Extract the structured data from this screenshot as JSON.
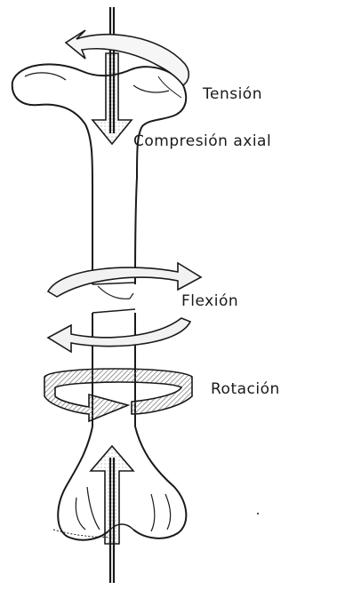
{
  "diagram": {
    "labels": {
      "tension": "Tensión",
      "compresion": "Compresión axial",
      "flexion": "Flexión",
      "rotacion": "Rotación"
    },
    "colors": {
      "ink": "#1a1a1a",
      "hatch": "#8a8a8a",
      "fill_light": "#f2f2f2"
    }
  }
}
